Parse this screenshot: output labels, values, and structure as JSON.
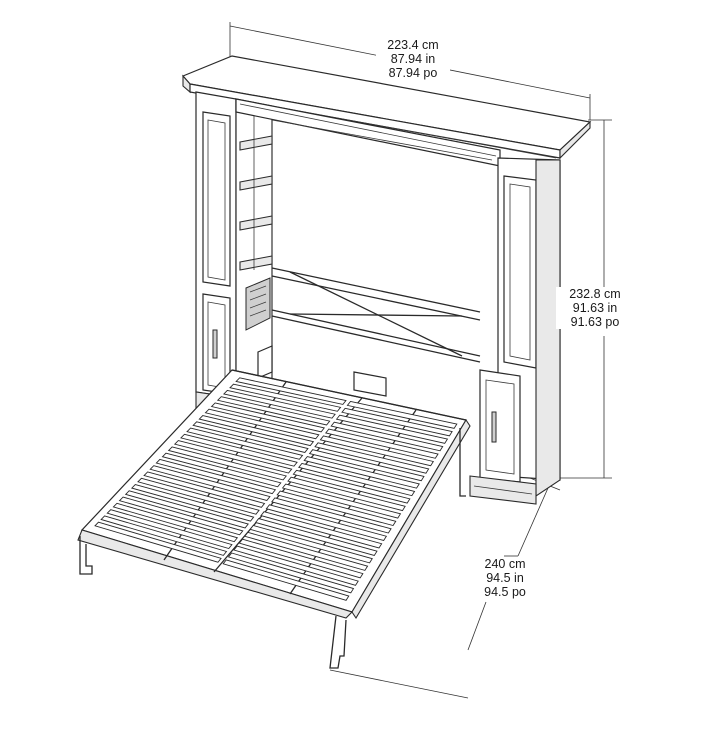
{
  "diagram": {
    "dimensions": {
      "width": {
        "cm": "223.4 cm",
        "in": "87.94 in",
        "po": "87.94 po"
      },
      "height": {
        "cm": "232.8 cm",
        "in": "91.63 in",
        "po": "91.63 po"
      },
      "depth": {
        "cm": "240 cm",
        "in": "94.5 in",
        "po": "94.5 po"
      }
    },
    "line_color": "#2a2a2a",
    "background": "#ffffff"
  }
}
